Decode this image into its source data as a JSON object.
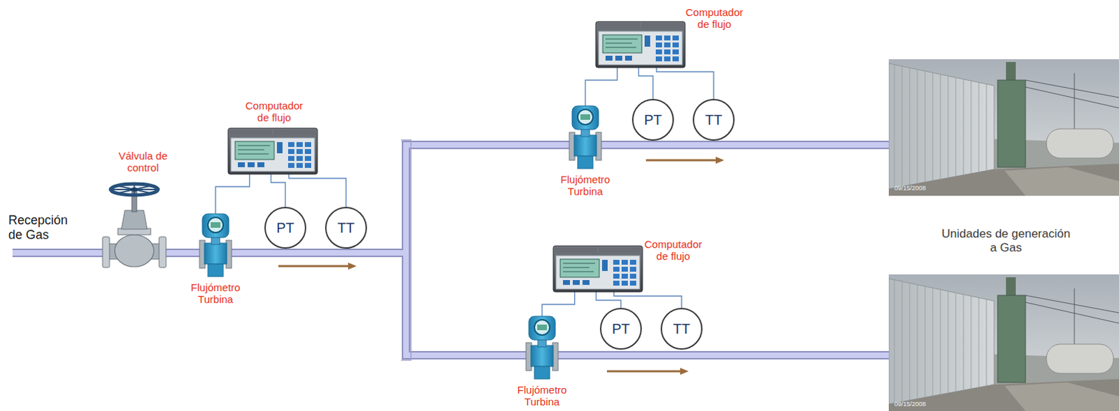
{
  "diagram": {
    "nodes": [
      {
        "text": [
          "Válvula de control"
        ]
      },
      {
        "text": [
          "Computador de flujo"
        ]
      },
      {
        "text": [
          "Flujómetro Turbina"
        ]
      },
      {
        "text": [
          "PT"
        ]
      },
      {
        "text": [
          "TT"
        ]
      },
      {
        "text": [
          "Computador de flujo"
        ]
      },
      {
        "text": [
          "Flujómetro Turbina"
        ]
      },
      {
        "text": [
          "PT"
        ]
      },
      {
        "text": [
          "TT"
        ]
      },
      {
        "text": [
          "Computador de flujo"
        ]
      },
      {
        "text": [
          "Flujómetro Turbina"
        ]
      },
      {
        "text": [
          "PT"
        ]
      },
      {
        "text": [
          "TT"
        ]
      }
    ],
    "edges": [
      {
        "from": 1,
        "to": 2,
        "arrow": "none"
      },
      {
        "from": 1,
        "to": 3,
        "arrow": "none"
      },
      {
        "from": 1,
        "to": 4,
        "arrow": "none"
      },
      {
        "from": 5,
        "to": 6,
        "arrow": "none"
      },
      {
        "from": 5,
        "to": 7,
        "arrow": "none"
      },
      {
        "from": 5,
        "to": 8,
        "arrow": "none"
      },
      {
        "from": 9,
        "to": 10,
        "arrow": "none"
      },
      {
        "from": 9,
        "to": 11,
        "arrow": "none"
      },
      {
        "from": 9,
        "to": 12,
        "arrow": "none"
      }
    ],
    "labels": [
      "Recepción de Gas",
      "Unidades de generación a Gas",
      "09/15/2008",
      "09/15/2008"
    ]
  }
}
